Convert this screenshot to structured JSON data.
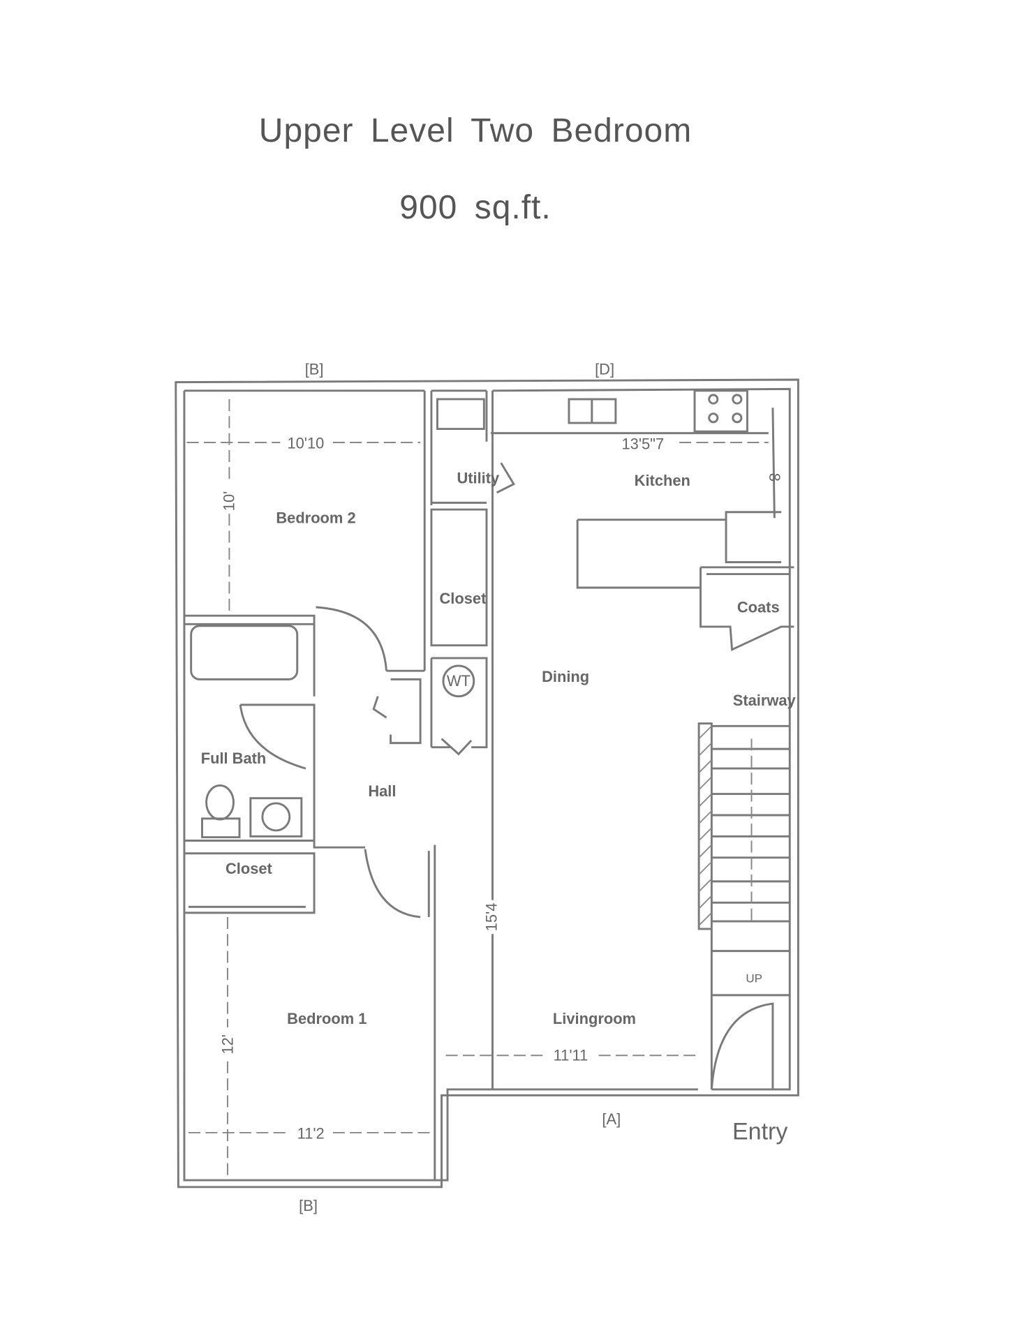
{
  "title": "Upper Level Two Bedroom",
  "area": "900 sq.ft.",
  "rooms": {
    "bedroom2": "Bedroom 2",
    "utility": "Utility",
    "kitchen": "Kitchen",
    "closet_upper": "Closet",
    "coats": "Coats",
    "dining": "Dining",
    "stairway": "Stairway",
    "full_bath": "Full Bath",
    "hall": "Hall",
    "closet_lower": "Closet",
    "bedroom1": "Bedroom 1",
    "livingroom": "Livingroom",
    "water_tank": "WT",
    "up": "UP",
    "entry": "Entry"
  },
  "dimensions": {
    "bedroom2_width": "10'10",
    "bedroom2_depth": "10'",
    "kitchen_width": "13'5\"7",
    "kitchen_depth": "8",
    "living_depth": "15'4",
    "living_width": "11'11",
    "bedroom1_depth": "12'",
    "bedroom1_width": "11'2"
  },
  "elevation_marks": {
    "top_left": "[B]",
    "top_right": "[D]",
    "bottom_front": "[A]",
    "bottom_left": "[B]"
  }
}
